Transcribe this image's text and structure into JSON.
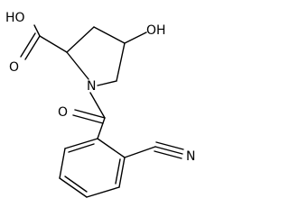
{
  "structure": {
    "labels": {
      "cooh": "HO",
      "carbonyl_o1": "O",
      "hydroxyl": "OH",
      "nitrogen": "N",
      "amide_o": "O",
      "nitrile_n": "N"
    },
    "colors": {
      "ink": "#000000",
      "background": "#ffffff"
    }
  }
}
